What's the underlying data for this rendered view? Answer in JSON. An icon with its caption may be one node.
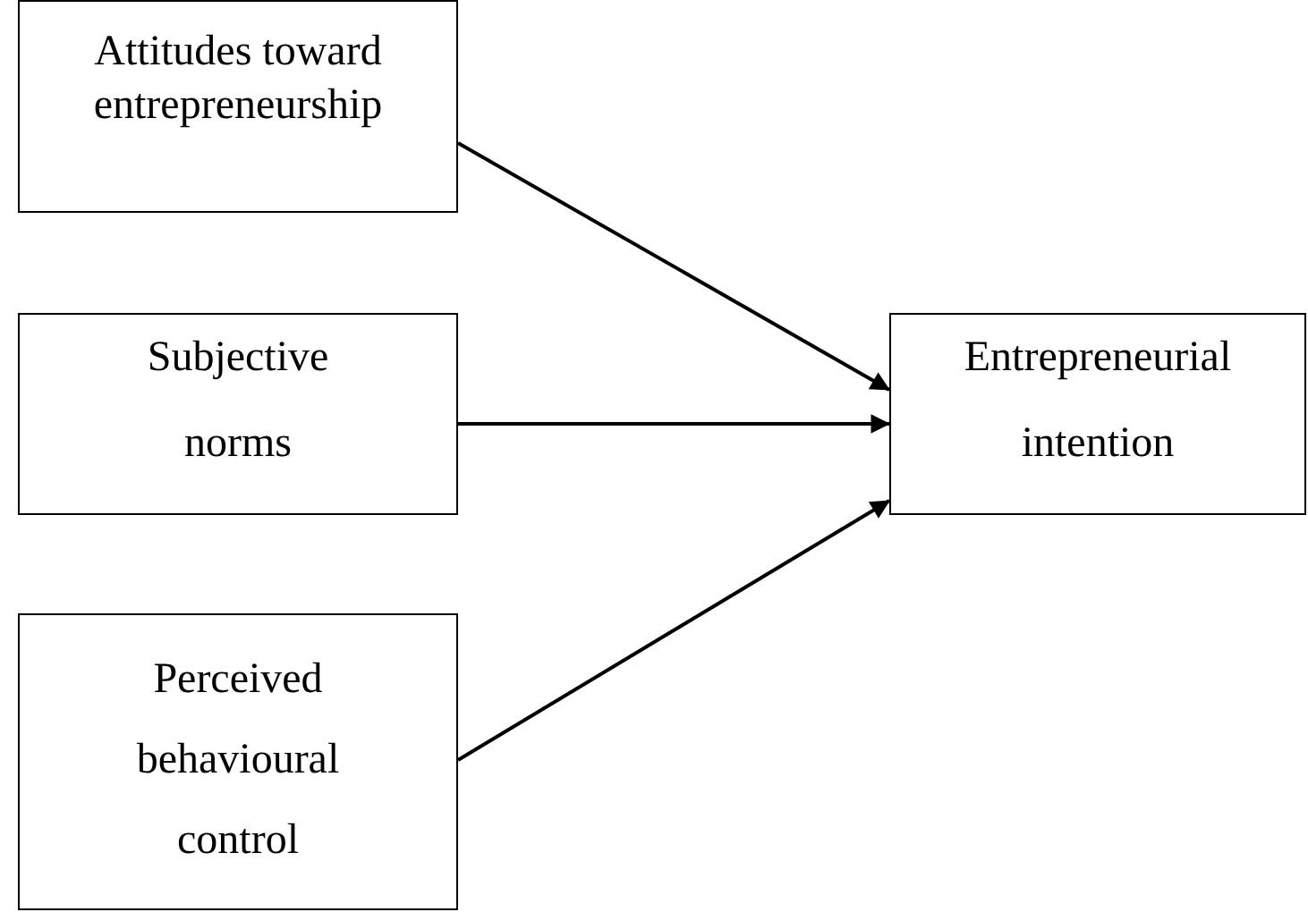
{
  "diagram": {
    "nodes": [
      {
        "text": [
          "Attitudes toward entrepreneurship"
        ]
      },
      {
        "text": [
          "Subjective norms"
        ]
      },
      {
        "text": [
          "Perceived behavioural control"
        ]
      },
      {
        "text": [
          "Entrepreneurial intention"
        ]
      }
    ],
    "edges": [
      {
        "from": 0,
        "to": 3,
        "arrow": "to"
      },
      {
        "from": 1,
        "to": 3,
        "arrow": "to"
      },
      {
        "from": 2,
        "to": 3,
        "arrow": "to"
      }
    ]
  }
}
